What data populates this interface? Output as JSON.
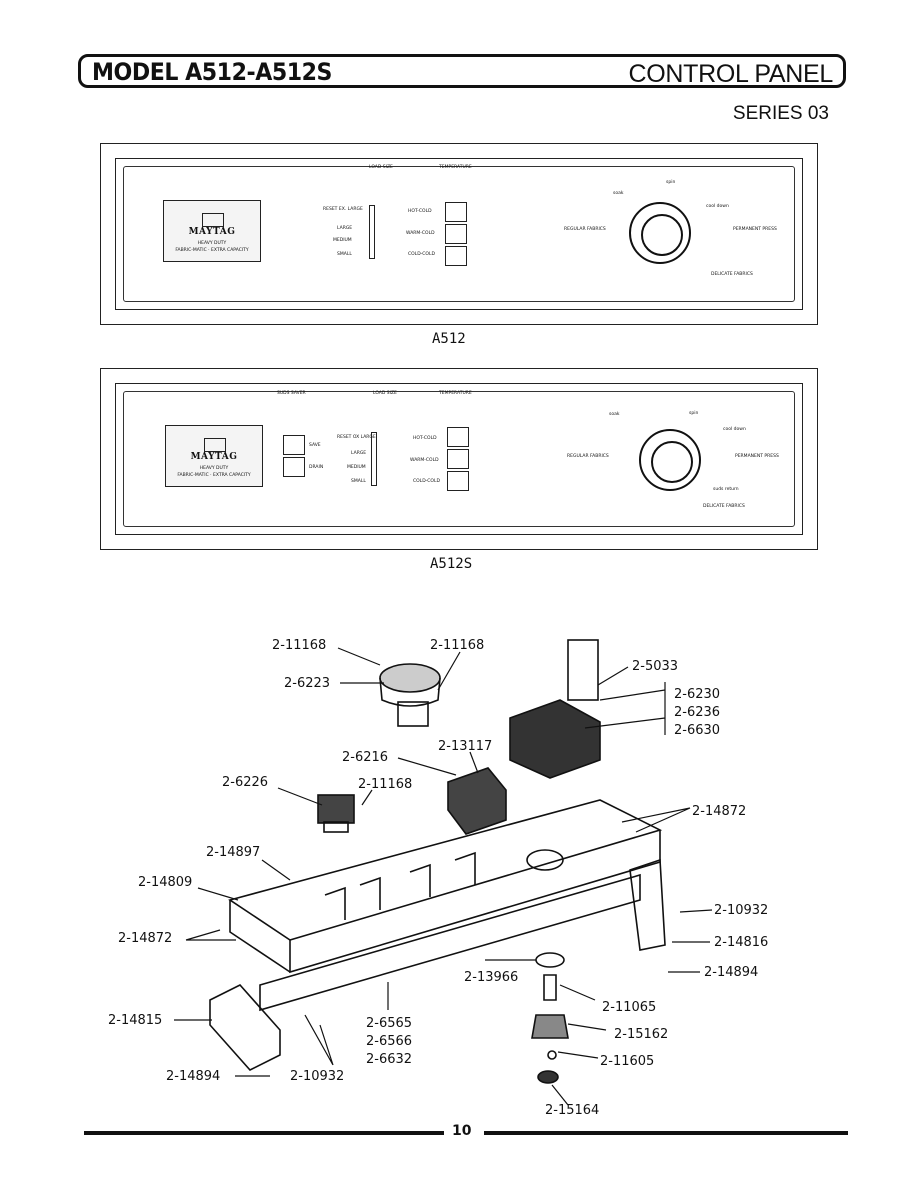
{
  "header": {
    "model": "MODEL A512-A512S",
    "section": "CONTROL PANEL",
    "series": "SERIES 03"
  },
  "panels": [
    {
      "caption": "A512",
      "brand": "MAYTAG",
      "brand_sub1": "HEAVY DUTY",
      "brand_sub2": "FABRIC-MATIC · EXTRA CAPACITY",
      "load_size_title": "LOAD SIZE",
      "temperature_title": "TEMPERATURE",
      "load_sizes": [
        "RESET EX. LARGE",
        "LARGE",
        "MEDIUM",
        "SMALL"
      ],
      "temperatures": [
        "HOT-COLD",
        "WARM-COLD",
        "COLD-COLD"
      ],
      "dial_left": "REGULAR FABRICS",
      "dial_right": "PERMANENT PRESS",
      "dial_bottom": "DELICATE FABRICS",
      "dial_top": "soak",
      "dial_top2": "spin",
      "dial_top3": "cool down"
    },
    {
      "caption": "A512S",
      "brand": "MAYTAG",
      "brand_sub1": "HEAVY DUTY",
      "brand_sub2": "FABRIC-MATIC · EXTRA CAPACITY",
      "suds_title": "SUDS SAVER",
      "suds_buttons": [
        "SAVE",
        "DRAIN"
      ],
      "load_size_title": "LOAD SIZE",
      "temperature_title": "TEMPERATURE",
      "load_sizes": [
        "RESET OX LARGE",
        "LARGE",
        "MEDIUM",
        "SMALL"
      ],
      "temperatures": [
        "HOT-COLD",
        "WARM-COLD",
        "COLD-COLD"
      ],
      "dial_left": "REGULAR FABRICS",
      "dial_right": "PERMANENT PRESS",
      "dial_bottom": "DELICATE FABRICS",
      "dial_top": "soak",
      "dial_top2": "spin",
      "dial_top3": "cool down",
      "dial_extra": "suds return"
    }
  ],
  "parts": {
    "p1": "2-11168",
    "p2": "2-11168",
    "p3": "2-6223",
    "p4": "2-5033",
    "p5": "2-6230",
    "p6": "2-6236",
    "p7": "2-6630",
    "p8": "2-6216",
    "p9": "2-13117",
    "p10": "2-6226",
    "p11": "2-11168",
    "p12": "2-14872",
    "p13": "2-14897",
    "p14": "2-14809",
    "p15": "2-10932",
    "p16": "2-14872",
    "p17": "2-14816",
    "p18": "2-14894",
    "p19": "2-13966",
    "p20": "2-11065",
    "p21": "2-14815",
    "p22": "2-6565",
    "p23": "2-6566",
    "p24": "2-6632",
    "p25": "2-15162",
    "p26": "2-11605",
    "p27": "2-14894",
    "p28": "2-10932",
    "p29": "2-15164"
  },
  "page_number": "10"
}
